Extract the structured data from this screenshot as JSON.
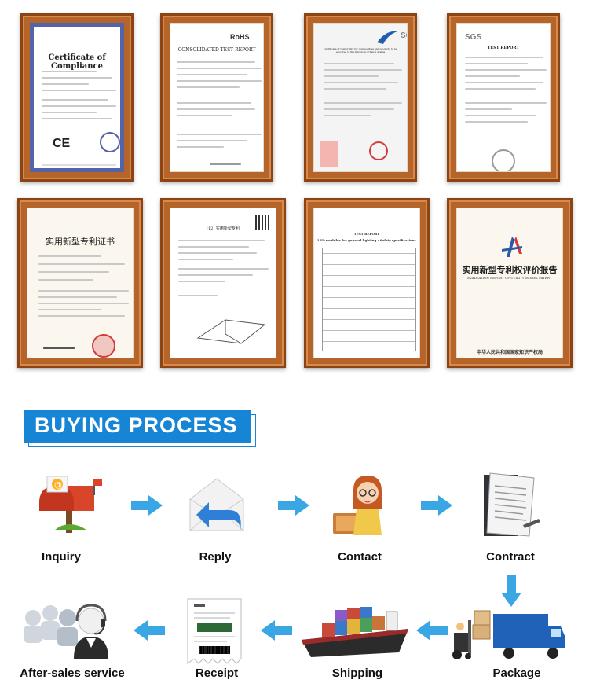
{
  "certificates": [
    {
      "title": "Certificate of Compliance",
      "mark": "CE"
    },
    {
      "title": "CONSOLIDATED TEST REPORT",
      "mark": "RoHS"
    },
    {
      "title": "Certificate of Conformity for commodities and products to be exported to the Kingdom of Saudi Arabia",
      "mark": "SGS"
    },
    {
      "title": "TEST REPORT",
      "mark": "SGS"
    },
    {
      "title": "实用新型专利证书",
      "mark": ""
    },
    {
      "title": "(12) 实用新型专利",
      "mark": ""
    },
    {
      "title": "LED modules for general lighting - Safety specifications",
      "mark": "TEST REPORT"
    },
    {
      "title": "实用新型专利权评价报告",
      "subtitle": "EVALUATION REPORT OF UTILITY MODEL PATENT",
      "footer": "中华人民共和国国家知识产权局"
    }
  ],
  "buying_process": {
    "title": "BUYING PROCESS",
    "steps": [
      {
        "label": "Inquiry",
        "icon": "mailbox-icon"
      },
      {
        "label": "Reply",
        "icon": "reply-envelope-icon"
      },
      {
        "label": "Contact",
        "icon": "operator-icon"
      },
      {
        "label": "Contract",
        "icon": "contract-document-icon"
      },
      {
        "label": "Package",
        "icon": "truck-forklift-icon"
      },
      {
        "label": "Shipping",
        "icon": "cargo-ship-icon"
      },
      {
        "label": "Receipt",
        "icon": "receipt-icon"
      },
      {
        "label": "After-sales service",
        "icon": "call-center-icon"
      }
    ]
  },
  "colors": {
    "accent": "#1785d6",
    "arrow": "#3aa7e4",
    "frame": "#b5652a"
  }
}
